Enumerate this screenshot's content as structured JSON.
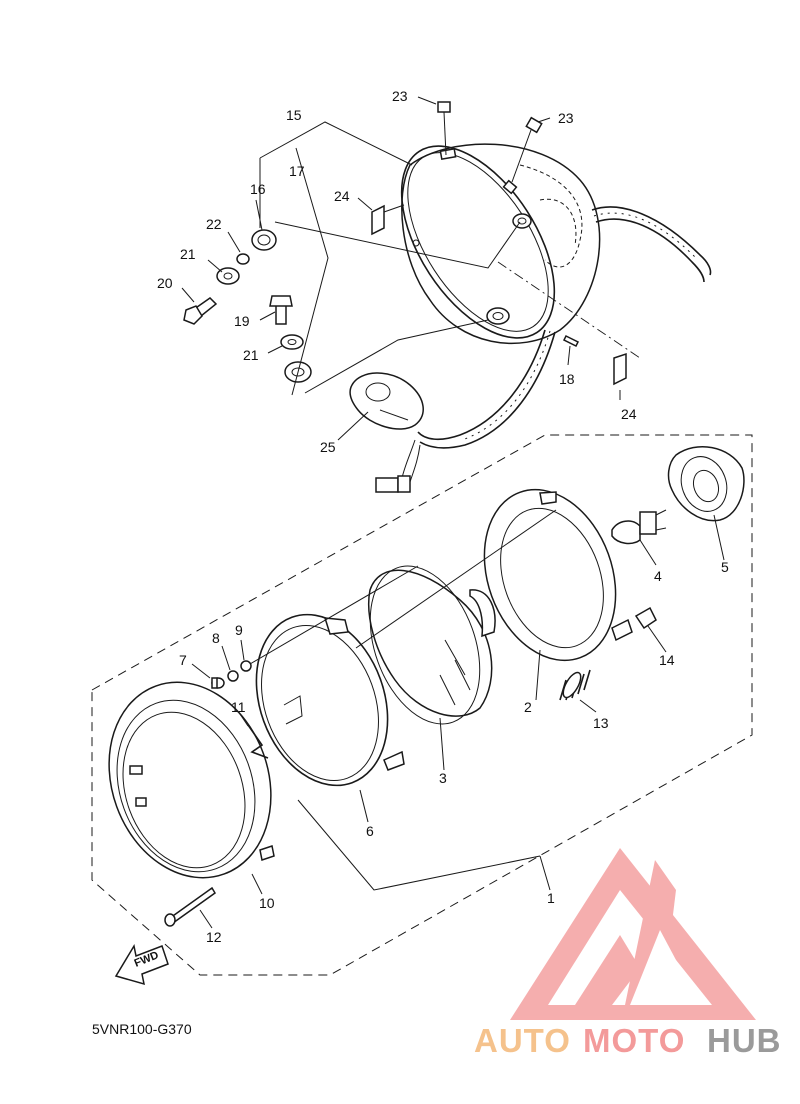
{
  "diagram": {
    "code": "5VNR100-G370",
    "fwd_label": "FWD",
    "callouts": {
      "c1": "1",
      "c2": "2",
      "c3": "3",
      "c4": "4",
      "c5": "5",
      "c6": "6",
      "c7": "7",
      "c8": "8",
      "c9": "9",
      "c10": "10",
      "c11": "11",
      "c12": "12",
      "c13": "13",
      "c14": "14",
      "c15": "15",
      "c16": "16",
      "c17": "17",
      "c18": "18",
      "c19": "19",
      "c20": "20",
      "c21a": "21",
      "c21b": "21",
      "c22": "22",
      "c23a": "23",
      "c23b": "23",
      "c24a": "24",
      "c24b": "24",
      "c25": "25"
    }
  },
  "watermark": {
    "part_a": "AUTO",
    "part_b": "MOTO",
    "part_c": "HUB",
    "color_a": "#f5c28c",
    "color_b": "#f39a9a",
    "color_c": "#9a9a9a",
    "logo_color": "#f28b8b"
  }
}
